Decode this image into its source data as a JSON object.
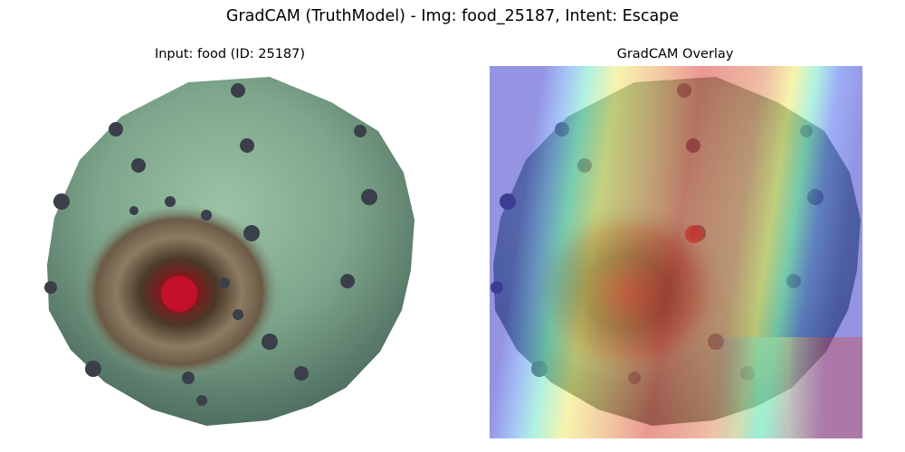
{
  "figure": {
    "title": "GradCAM (TruthModel) - Img: food_25187, Intent: Escape"
  },
  "panels": {
    "input": {
      "title": "Input: food (ID: 25187)",
      "image": {
        "subject": "prickly pear fruit (green, with dark spines and a red center)",
        "background": "#ffffff",
        "fruit_color": "#7da58d"
      }
    },
    "overlay": {
      "title": "GradCAM Overlay",
      "colormap": "jet",
      "overlay_colors": {
        "low": "#3c3ccc",
        "mid": "#6fe8c9",
        "yellow": "#f2ea6b",
        "high": "#d9443a"
      }
    }
  }
}
